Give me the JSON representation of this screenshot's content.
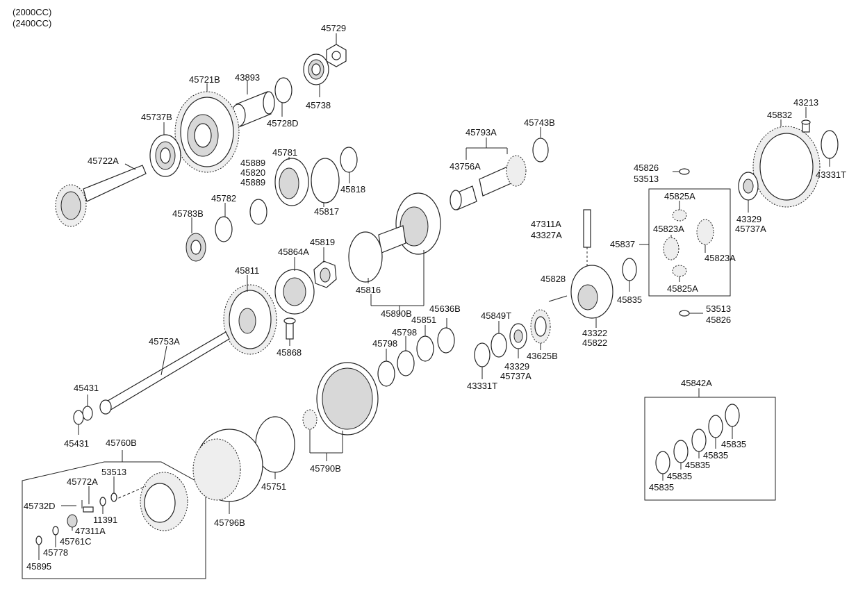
{
  "header": {
    "variant_1": "(2000CC)",
    "variant_2": "(2400CC)"
  },
  "parts": [
    {
      "name": "part-45729",
      "label": "45729"
    },
    {
      "name": "part-45721b",
      "label": "45721B"
    },
    {
      "name": "part-43893",
      "label": "43893"
    },
    {
      "name": "part-45738",
      "label": "45738"
    },
    {
      "name": "part-45737b",
      "label": "45737B"
    },
    {
      "name": "part-45728d",
      "label": "45728D"
    },
    {
      "name": "part-45722a",
      "label": "45722A"
    },
    {
      "name": "part-45889-top",
      "label": "45889"
    },
    {
      "name": "part-45820",
      "label": "45820"
    },
    {
      "name": "part-45889-bottom",
      "label": "45889"
    },
    {
      "name": "part-45781",
      "label": "45781"
    },
    {
      "name": "part-45818",
      "label": "45818"
    },
    {
      "name": "part-45817",
      "label": "45817"
    },
    {
      "name": "part-45782",
      "label": "45782"
    },
    {
      "name": "part-45783b",
      "label": "45783B"
    },
    {
      "name": "part-45793a",
      "label": "45793A"
    },
    {
      "name": "part-45743b",
      "label": "45743B"
    },
    {
      "name": "part-43756a",
      "label": "43756A"
    },
    {
      "name": "part-43213",
      "label": "43213"
    },
    {
      "name": "part-45832",
      "label": "45832"
    },
    {
      "name": "part-43331t-right",
      "label": "43331T"
    },
    {
      "name": "part-45826-top",
      "label": "45826"
    },
    {
      "name": "part-53513-top",
      "label": "53513"
    },
    {
      "name": "part-45825a-top",
      "label": "45825A"
    },
    {
      "name": "part-43329-right",
      "label": "43329"
    },
    {
      "name": "part-45737a-right",
      "label": "45737A"
    },
    {
      "name": "part-47311a-center",
      "label": "47311A"
    },
    {
      "name": "part-43327a",
      "label": "43327A"
    },
    {
      "name": "part-45823a-left",
      "label": "45823A"
    },
    {
      "name": "part-45837",
      "label": "45837"
    },
    {
      "name": "part-45823a-right",
      "label": "45823A"
    },
    {
      "name": "part-45825a-bottom",
      "label": "45825A"
    },
    {
      "name": "part-45835-single",
      "label": "45835"
    },
    {
      "name": "part-53513-bottom",
      "label": "53513"
    },
    {
      "name": "part-45826-bottom",
      "label": "45826"
    },
    {
      "name": "part-45819",
      "label": "45819"
    },
    {
      "name": "part-45864a",
      "label": "45864A"
    },
    {
      "name": "part-45811",
      "label": "45811"
    },
    {
      "name": "part-45816",
      "label": "45816"
    },
    {
      "name": "part-45890b",
      "label": "45890B"
    },
    {
      "name": "part-45828",
      "label": "45828"
    },
    {
      "name": "part-43322",
      "label": "43322"
    },
    {
      "name": "part-45822",
      "label": "45822"
    },
    {
      "name": "part-45868",
      "label": "45868"
    },
    {
      "name": "part-45753a",
      "label": "45753A"
    },
    {
      "name": "part-45636b",
      "label": "45636B"
    },
    {
      "name": "part-45851",
      "label": "45851"
    },
    {
      "name": "part-45798-right",
      "label": "45798"
    },
    {
      "name": "part-45798-left",
      "label": "45798"
    },
    {
      "name": "part-45849t",
      "label": "45849T"
    },
    {
      "name": "part-43329-center",
      "label": "43329"
    },
    {
      "name": "part-45737a-center",
      "label": "45737A"
    },
    {
      "name": "part-43625b",
      "label": "43625B"
    },
    {
      "name": "part-43331t-center",
      "label": "43331T"
    },
    {
      "name": "part-45431-top",
      "label": "45431"
    },
    {
      "name": "part-45431-bottom",
      "label": "45431"
    },
    {
      "name": "part-45760b",
      "label": "45760B"
    },
    {
      "name": "part-53513-kit",
      "label": "53513"
    },
    {
      "name": "part-45772a",
      "label": "45772A"
    },
    {
      "name": "part-45732d",
      "label": "45732D"
    },
    {
      "name": "part-11391",
      "label": "11391"
    },
    {
      "name": "part-47311a-kit",
      "label": "47311A"
    },
    {
      "name": "part-45761c",
      "label": "45761C"
    },
    {
      "name": "part-45778",
      "label": "45778"
    },
    {
      "name": "part-45895",
      "label": "45895"
    },
    {
      "name": "part-45796b",
      "label": "45796B"
    },
    {
      "name": "part-45751",
      "label": "45751"
    },
    {
      "name": "part-45790b",
      "label": "45790B"
    },
    {
      "name": "part-45842a",
      "label": "45842A"
    },
    {
      "name": "part-45835-kit-1",
      "label": "45835"
    },
    {
      "name": "part-45835-kit-2",
      "label": "45835"
    },
    {
      "name": "part-45835-kit-3",
      "label": "45835"
    },
    {
      "name": "part-45835-kit-4",
      "label": "45835"
    },
    {
      "name": "part-45835-kit-5",
      "label": "45835"
    }
  ]
}
